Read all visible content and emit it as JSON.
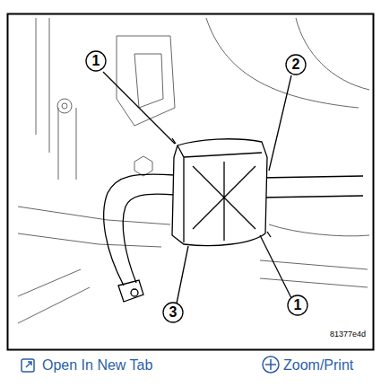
{
  "diagram": {
    "labels": [
      "1",
      "2",
      "1",
      "3",
      "81377e4d",
      "Open In New Tab",
      "Zoom/Print"
    ]
  }
}
